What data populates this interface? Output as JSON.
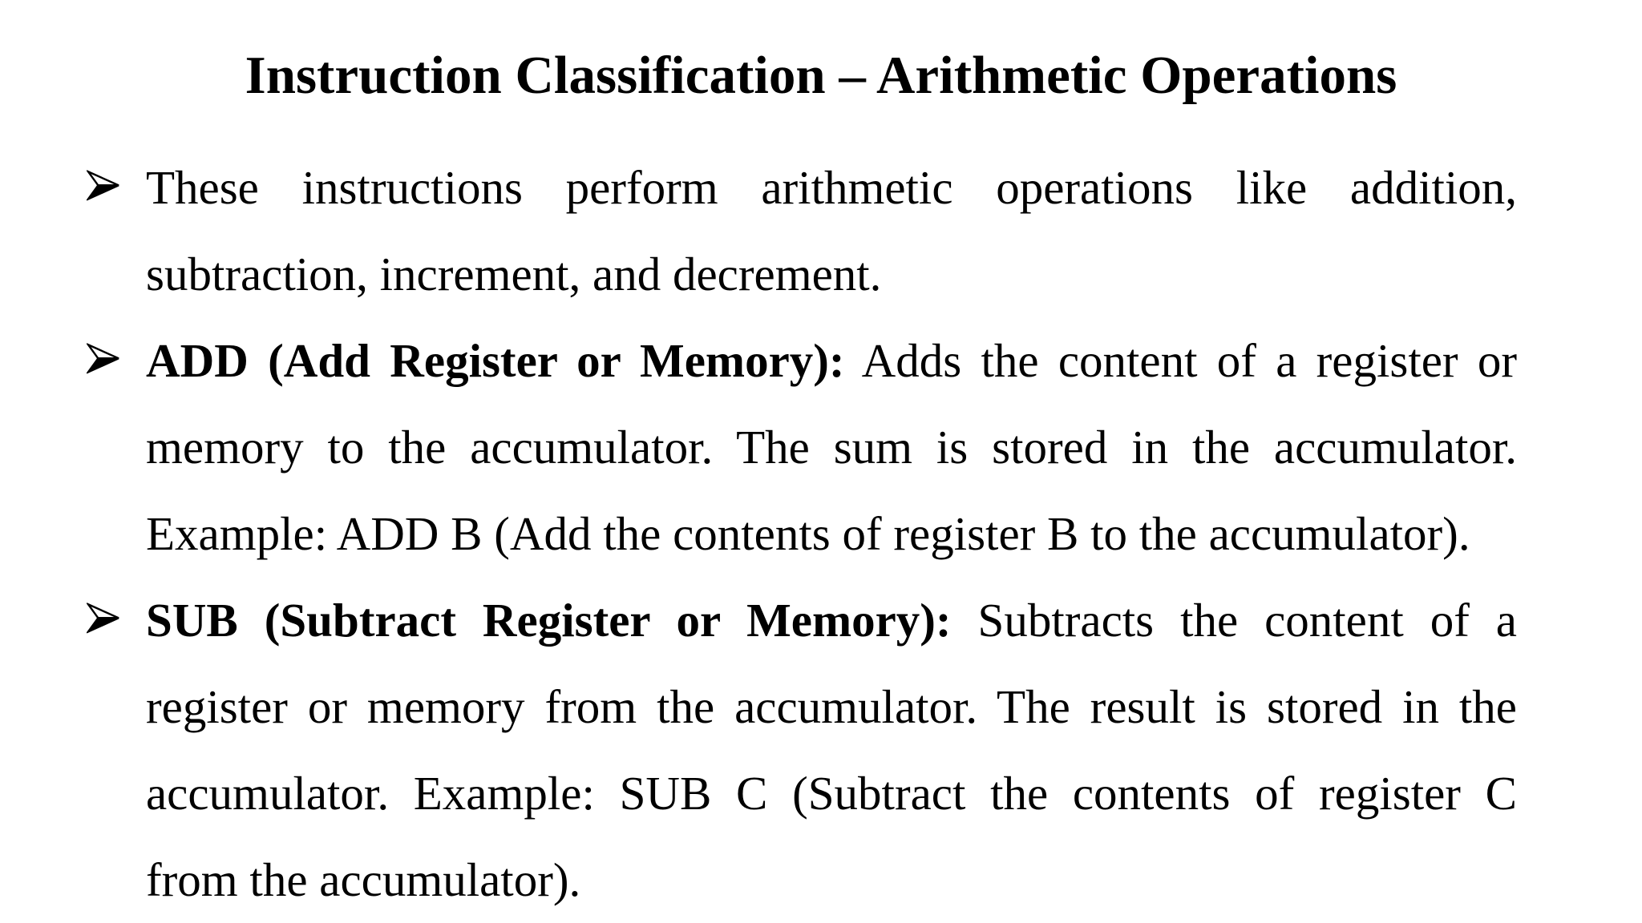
{
  "page": {
    "background_color": "#ffffff",
    "text_color": "#000000"
  },
  "title": {
    "text": "Instruction Classification – Arithmetic Operations"
  },
  "bullet_icon": {
    "name": "arrowhead-bullet",
    "style": "3d-top-lighted-right-arrowhead",
    "color": "#000000"
  },
  "bullets": [
    {
      "lines": [
        {
          "justify": true,
          "segments": [
            {
              "text": "These instructions perform arithmetic operations like addition,",
              "bold": false
            }
          ]
        },
        {
          "justify": false,
          "segments": [
            {
              "text": "subtraction, increment, and decrement.",
              "bold": false
            }
          ]
        }
      ]
    },
    {
      "lines": [
        {
          "justify": true,
          "segments": [
            {
              "text": "ADD (Add Register or Memory):",
              "bold": true
            },
            {
              "text": " Adds the content of a register or",
              "bold": false
            }
          ]
        },
        {
          "justify": true,
          "segments": [
            {
              "text": "memory to the accumulator. The sum is stored in the accumulator.",
              "bold": false
            }
          ]
        },
        {
          "justify": false,
          "segments": [
            {
              "text": "Example: ADD B (Add the contents of register B to the accumulator).",
              "bold": false
            }
          ]
        }
      ]
    },
    {
      "lines": [
        {
          "justify": true,
          "segments": [
            {
              "text": "SUB (Subtract Register or Memory):",
              "bold": true
            },
            {
              "text": " Subtracts the content of a",
              "bold": false
            }
          ]
        },
        {
          "justify": true,
          "segments": [
            {
              "text": "register or memory from the accumulator. The result is stored in the",
              "bold": false
            }
          ]
        },
        {
          "justify": true,
          "segments": [
            {
              "text": "accumulator. Example: SUB C (Subtract the contents of register C",
              "bold": false
            }
          ]
        },
        {
          "justify": false,
          "segments": [
            {
              "text": "from the accumulator).",
              "bold": false
            }
          ]
        }
      ]
    }
  ]
}
